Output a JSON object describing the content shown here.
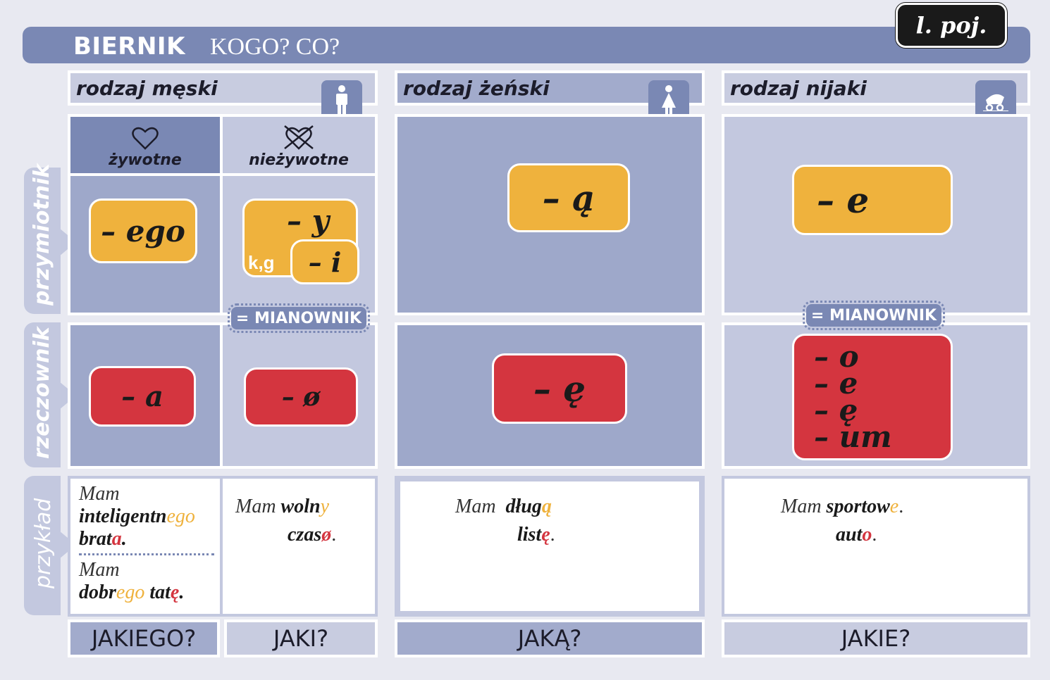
{
  "header": {
    "title": "BIERNIK",
    "subtitle": "KOGO? CO?",
    "number": "l. poj."
  },
  "genders": {
    "masculine": "rodzaj męski",
    "feminine": "rodzaj żeński",
    "neuter": "rodzaj nijaki"
  },
  "subheads": {
    "animate": "żywotne",
    "inanimate": "nieżywotne"
  },
  "side_labels": {
    "adjective": "przymiotnik",
    "noun": "rzeczownik",
    "example": "przykład"
  },
  "badges": {
    "mianownik_masc": "= MIANOWNIK",
    "mianownik_neut": "= MIANOWNIK",
    "kg": "k,g"
  },
  "endings": {
    "adj_masc_animate": "– ego",
    "adj_masc_inanimate": "– y",
    "adj_masc_inanimate_kg": "– i",
    "adj_fem": "– ą",
    "adj_neut": "– e",
    "noun_masc_animate": "– a",
    "noun_masc_inanimate": "– ø",
    "noun_fem": "– ę",
    "noun_neut": [
      "– o",
      "– e",
      "– ę",
      "– um"
    ]
  },
  "examples": {
    "masc_animate_1": {
      "mam": "Mam",
      "adj_stem": "inteligentn",
      "adj_end": "ego",
      "noun_stem": "brat",
      "noun_end": "a",
      "dot": "."
    },
    "masc_animate_2": {
      "mam": "Mam",
      "adj_stem": "dobr",
      "adj_end": "ego",
      "noun_stem": "tat",
      "noun_end": "ę",
      "dot": "."
    },
    "masc_inanimate": {
      "mam": "Mam",
      "adj_stem": "woln",
      "adj_end": "y",
      "noun_stem": "czas",
      "noun_end": "ø",
      "dot": "."
    },
    "fem": {
      "mam": "Mam",
      "adj_stem": "dług",
      "adj_end": "ą",
      "noun_stem": "list",
      "noun_end": "ę",
      "dot": "."
    },
    "neut": {
      "mam": "Mam",
      "adj_stem": "sportow",
      "adj_end": "e",
      "dot1": ".",
      "noun_stem": "aut",
      "noun_end": "o",
      "dot": "."
    }
  },
  "questions": {
    "masc_animate": "JAKIEGO?",
    "masc_inanimate": "JAKI?",
    "fem": "JAKĄ?",
    "neut": "JAKIE?"
  },
  "colors": {
    "frame": "#7a88b4",
    "adjective_ending": "#efb23d",
    "noun_ending": "#d4353f"
  },
  "icons": {
    "masculine": "man-icon",
    "feminine": "woman-icon",
    "neuter": "baby-stroller-icon",
    "animate": "heart-icon",
    "inanimate": "crossed-heart-icon"
  }
}
